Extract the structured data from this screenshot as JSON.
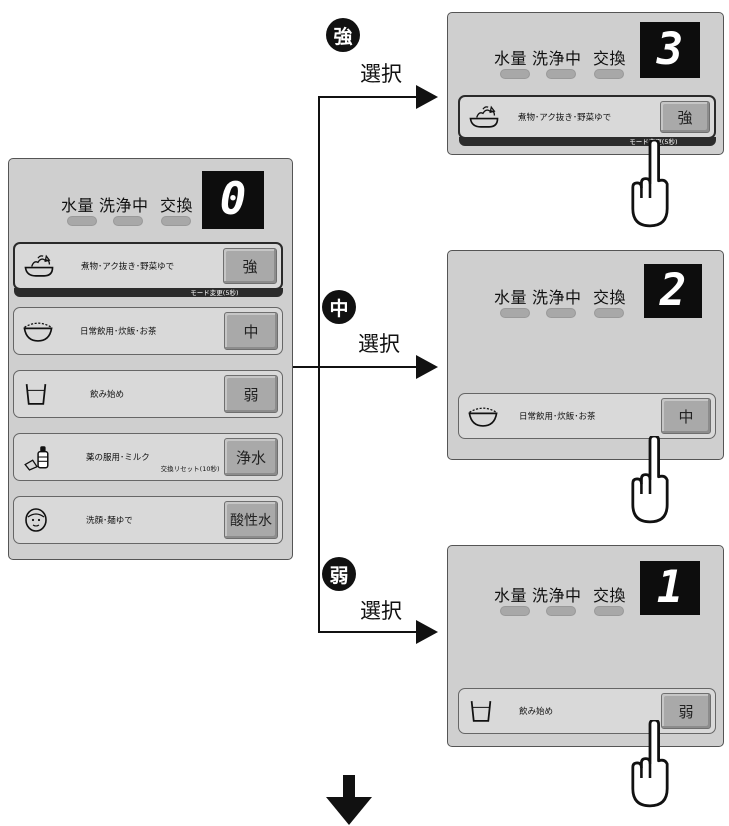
{
  "indicators": [
    "水量",
    "洗浄中",
    "交換"
  ],
  "main_panel": {
    "digit": "0",
    "modes": [
      {
        "text": "煮物･アク抜き･野菜ゆで",
        "button": "強",
        "subtext": "モード変更(5秒)"
      },
      {
        "text": "日常飲用･炊飯･お茶",
        "button": "中"
      },
      {
        "text": "飲み始め",
        "button": "弱"
      },
      {
        "text": "薬の服用･ミルク",
        "button": "浄水",
        "subtext": "交換リセット(10秒)"
      },
      {
        "text": "洗顔･麺ゆで",
        "button": "酸性水"
      }
    ]
  },
  "selections": [
    {
      "badge": "強",
      "label": "選択",
      "digit": "3",
      "mode_text": "煮物･アク抜き･野菜ゆで",
      "button": "強",
      "subtext": "モード変更(5秒)"
    },
    {
      "badge": "中",
      "label": "選択",
      "digit": "2",
      "mode_text": "日常飲用･炊飯･お茶",
      "button": "中"
    },
    {
      "badge": "弱",
      "label": "選択",
      "digit": "1",
      "mode_text": "飲み始め",
      "button": "弱"
    }
  ]
}
